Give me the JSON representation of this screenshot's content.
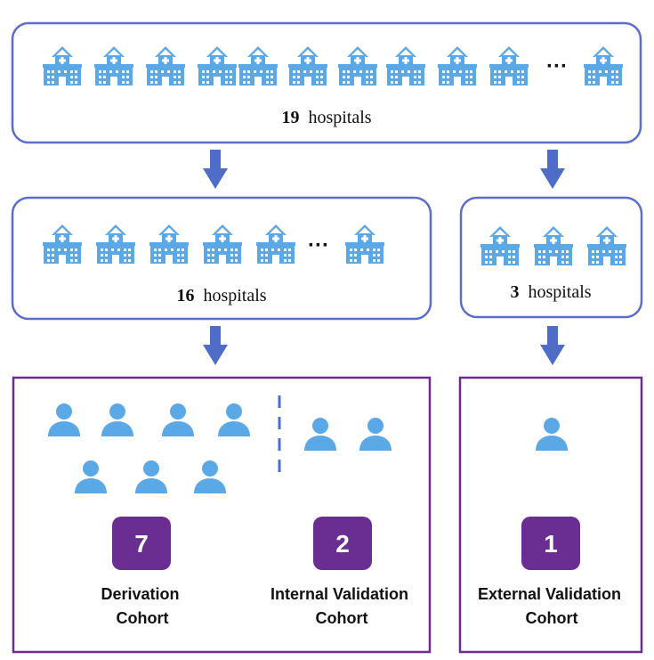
{
  "colors": {
    "hospital_box_border": "#5b6ec9",
    "cohort_box_border": "#6a2c8e",
    "arrow": "#4f6cc8",
    "icon": "#5aa9e6",
    "badge": "#6a2d91"
  },
  "icons": {
    "hospital": "hospital-icon",
    "person": "person-icon"
  },
  "top_box": {
    "count": "19",
    "label": "hospitals",
    "ellipsis": "···"
  },
  "left_box": {
    "count": "16",
    "label": "hospitals",
    "ellipsis": "···"
  },
  "right_box": {
    "count": "3",
    "label": "hospitals"
  },
  "derivation": {
    "count": "7",
    "label_line1": "Derivation",
    "label_line2": "Cohort"
  },
  "internal_validation": {
    "count": "2",
    "label_line1": "Internal Validation",
    "label_line2": "Cohort"
  },
  "external_validation": {
    "count": "1",
    "label_line1": "External Validation",
    "label_line2": "Cohort"
  }
}
